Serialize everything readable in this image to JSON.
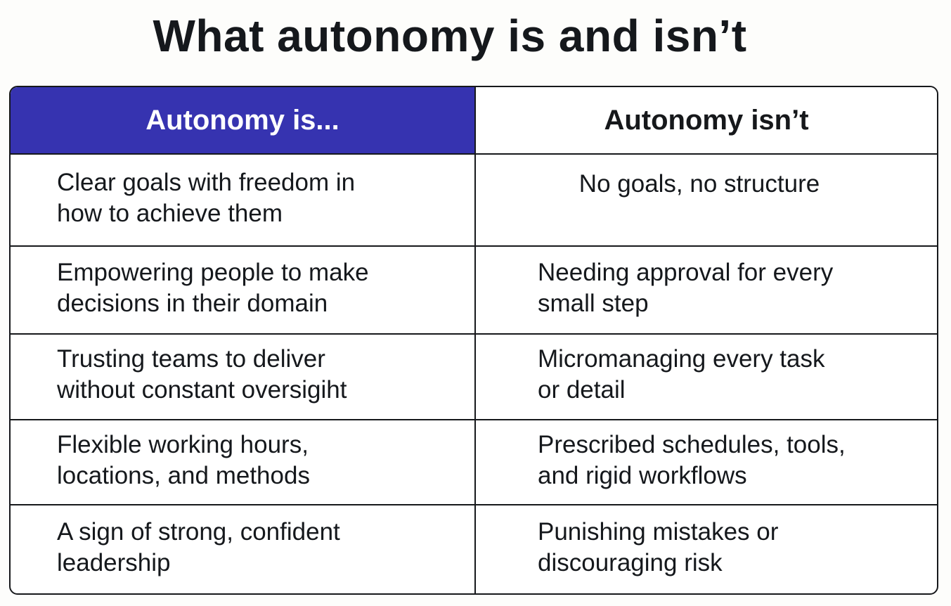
{
  "title": "What autonomy is and isn’t",
  "table": {
    "headers": {
      "is": "Autonomy is...",
      "isnt": "Autonomy isn’t"
    },
    "colors": {
      "header_accent": "#3633b0",
      "border": "#16181b"
    },
    "rows": [
      {
        "is": "Clear goals with freedom in\nhow to achieve them",
        "isnt": "No goals, no structure"
      },
      {
        "is": "Empowering people to make\ndecisions in their domain",
        "isnt": "Needing approval for every\nsmall step"
      },
      {
        "is": "Trusting teams to deliver\nwithout constant oversigiht",
        "isnt": "Micromanaging every task\nor detail"
      },
      {
        "is": "Flexible working hours,\nlocations, and methods",
        "isnt": "Prescribed schedules, tools,\nand rigid workflows"
      },
      {
        "is": "A sign of strong, confident\nleadership",
        "isnt": "Punishing mistakes or\ndiscouraging risk"
      }
    ]
  }
}
